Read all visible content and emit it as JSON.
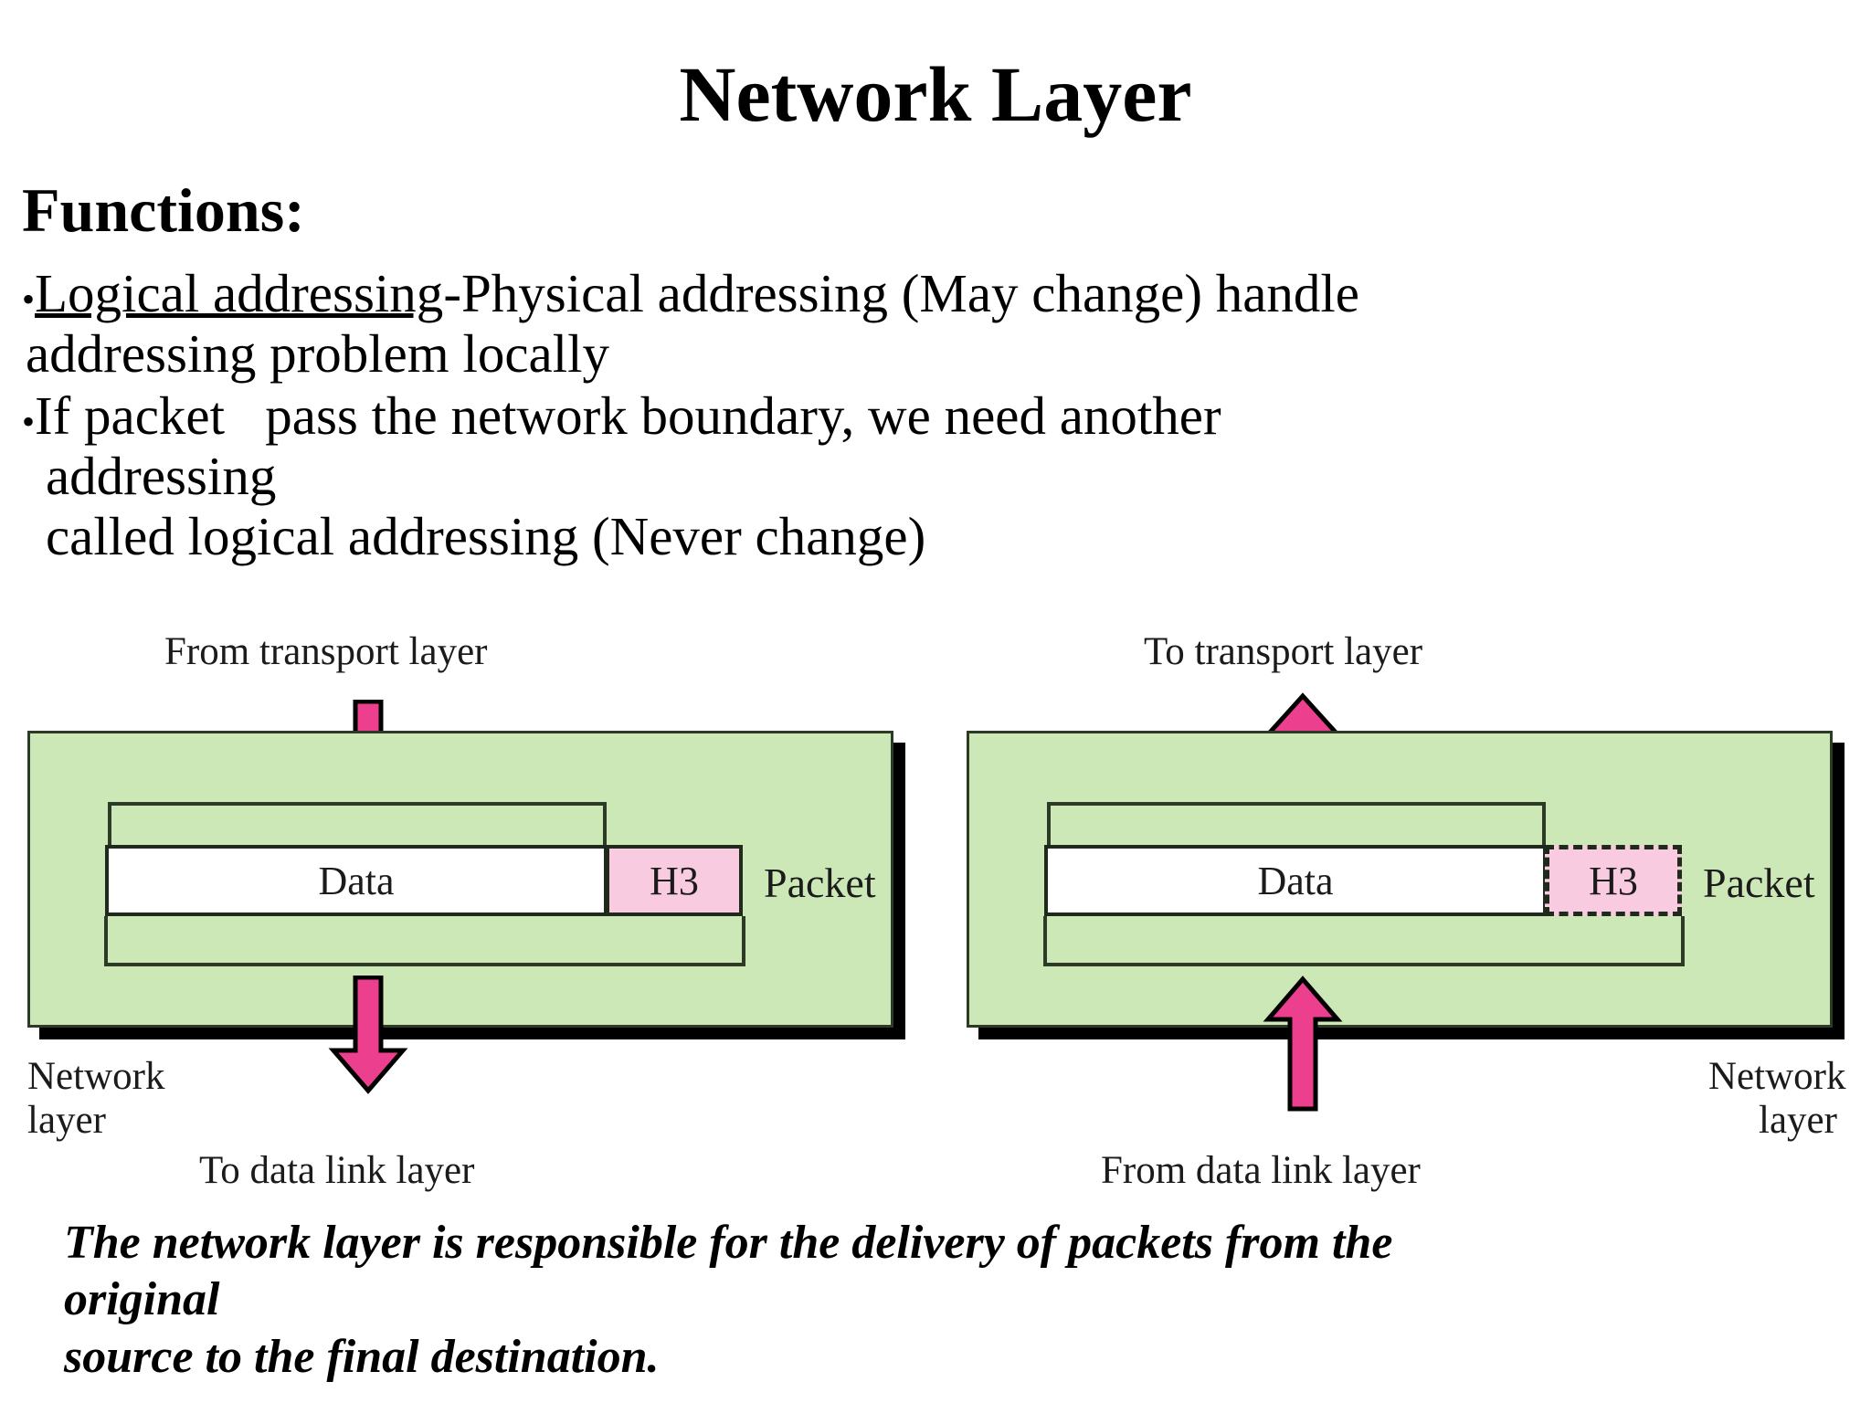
{
  "slide": {
    "title": "Network Layer",
    "heading": "Functions:",
    "bullets": [
      {
        "marker": "•",
        "underlined": "Logical addressing",
        "rest": "-Physical addressing (May change) handle",
        "continuation": "addressing problem locally"
      },
      {
        "marker": "•",
        "underlined": "",
        "rest": "If packet   pass the network boundary, we need another",
        "continuation": "addressing",
        "continuation2": "called logical addressing (Never change)"
      }
    ],
    "caption": {
      "line1": "The network layer is responsible for the delivery of packets from the",
      "line2": "original",
      "line3": "source to the  final destination."
    }
  },
  "diagram": {
    "colors": {
      "layer_fill": "#cde8b7",
      "header_fill": "#f9cbe0",
      "arrow_fill": "#ec3f8e",
      "outline": "#2c3a26",
      "shadow": "#000000"
    },
    "left": {
      "top_label": "From transport layer",
      "bottom_label": "To data link layer",
      "layer_label_line1": "Network",
      "layer_label_line2": "layer",
      "data_label": "Data",
      "header_label": "H3",
      "packet_label": "Packet",
      "header_style": "solid",
      "top_arrow_direction": "down",
      "bottom_arrow_direction": "down"
    },
    "right": {
      "top_label": "To transport layer",
      "bottom_label": "From data link layer",
      "layer_label_line1": "Network",
      "layer_label_line2": "layer",
      "data_label": "Data",
      "header_label": "H3",
      "packet_label": "Packet",
      "header_style": "dashed",
      "top_arrow_direction": "up",
      "bottom_arrow_direction": "up"
    }
  }
}
